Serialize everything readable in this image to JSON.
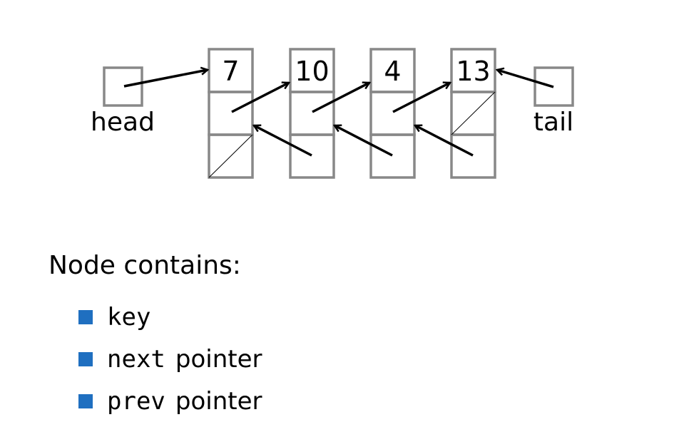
{
  "list": {
    "keys": [
      "7",
      "10",
      "4",
      "13"
    ],
    "head_label": "head",
    "tail_label": "tail"
  },
  "caption": "Node contains:",
  "fields": [
    {
      "code": "key",
      "text": ""
    },
    {
      "code": "next",
      "text": "pointer"
    },
    {
      "code": "prev",
      "text": "pointer"
    }
  ],
  "colors": {
    "bullet": "#1f6fc0",
    "cell_border": "#888888"
  }
}
